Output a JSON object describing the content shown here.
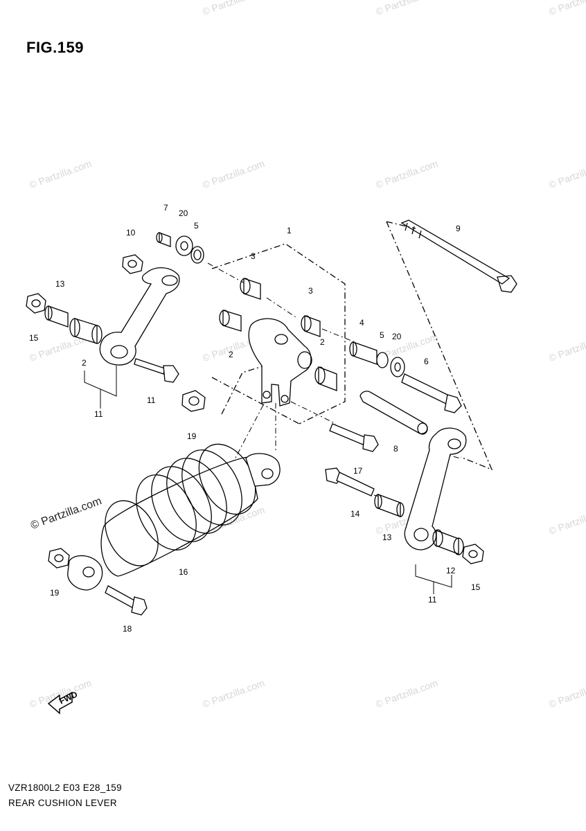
{
  "figure": {
    "title": "FIG.159",
    "model_code": "VZR1800L2 E03 E28_159",
    "caption": "REAR CUSHION LEVER",
    "watermark": "© Partzilla.com",
    "fwd_label": "FWD"
  },
  "callouts": [
    "1",
    "2",
    "2",
    "2",
    "3",
    "3",
    "4",
    "5",
    "5",
    "6",
    "7",
    "8",
    "9",
    "10",
    "11",
    "11",
    "11",
    "12",
    "13",
    "13",
    "14",
    "15",
    "15",
    "16",
    "17",
    "18",
    "19",
    "19",
    "20",
    "20"
  ]
}
